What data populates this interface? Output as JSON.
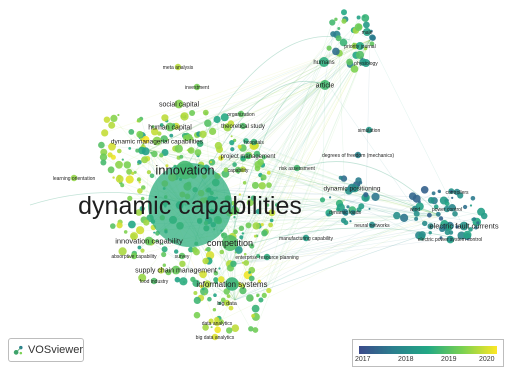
{
  "app": {
    "name": "VOSviewer"
  },
  "legend": {
    "ticks": [
      "2017",
      "2018",
      "2019",
      "2020"
    ],
    "colors": [
      "#3b4a8b",
      "#2b7f8e",
      "#22a884",
      "#7ad151",
      "#fde725"
    ]
  },
  "terms": [
    {
      "key": "dynamic_capabilities",
      "label": "dynamic capabilities",
      "year": 2018.6,
      "weight": 10
    },
    {
      "key": "innovation",
      "label": "innovation",
      "year": 2018.8,
      "weight": 6
    },
    {
      "key": "competition",
      "label": "competition",
      "year": 2018.9,
      "weight": 5
    },
    {
      "key": "information_systems",
      "label": "information systems",
      "year": 2018.7,
      "weight": 4
    },
    {
      "key": "article",
      "label": "article",
      "year": 2018.8,
      "weight": 3
    },
    {
      "key": "humans",
      "label": "humans",
      "year": 2018.6,
      "weight": 2
    },
    {
      "key": "male",
      "label": "male",
      "year": 2018.4,
      "weight": 1
    },
    {
      "key": "priority_journal",
      "label": "priority journal",
      "year": 2018.5,
      "weight": 1
    },
    {
      "key": "physiology",
      "label": "physiology",
      "year": 2018.3,
      "weight": 1
    },
    {
      "key": "meta_analysis",
      "label": "meta analysis",
      "year": 2019.6,
      "weight": 1
    },
    {
      "key": "investment",
      "label": "investment",
      "year": 2019.2,
      "weight": 1
    },
    {
      "key": "social_capital",
      "label": "social capital",
      "year": 2019.3,
      "weight": 2
    },
    {
      "key": "organization",
      "label": "organization",
      "year": 2019.0,
      "weight": 1
    },
    {
      "key": "human_capital",
      "label": "human capital",
      "year": 2019.1,
      "weight": 2
    },
    {
      "key": "theoretical_study",
      "label": "theoretical study",
      "year": 2018.9,
      "weight": 1
    },
    {
      "key": "dynamic_managerial_capabilities",
      "label": "dynamic managerial capabilities",
      "year": 2019.3,
      "weight": 2
    },
    {
      "key": "hospitals",
      "label": "hospitals",
      "year": 2018.7,
      "weight": 1
    },
    {
      "key": "project_management",
      "label": "project management",
      "year": 2018.8,
      "weight": 1
    },
    {
      "key": "simulation",
      "label": "simulation",
      "year": 2018.2,
      "weight": 1
    },
    {
      "key": "degrees_of_freedom",
      "label": "degrees of freedom (mechanics)",
      "year": 2017.8,
      "weight": 1
    },
    {
      "key": "risk_assessment",
      "label": "risk assessment",
      "year": 2018.8,
      "weight": 1
    },
    {
      "key": "capability",
      "label": "capability",
      "year": 2019.0,
      "weight": 1
    },
    {
      "key": "learning_orientation",
      "label": "learning orientation",
      "year": 2019.4,
      "weight": 1
    },
    {
      "key": "dynamic_positioning",
      "label": "dynamic positioning",
      "year": 2017.9,
      "weight": 2
    },
    {
      "key": "controllers",
      "label": "controllers",
      "year": 2017.9,
      "weight": 1
    },
    {
      "key": "wind",
      "label": "wind",
      "year": 2018.0,
      "weight": 1
    },
    {
      "key": "power_control",
      "label": "power control",
      "year": 2018.0,
      "weight": 1
    },
    {
      "key": "dynamic_loads",
      "label": "dynamic loads",
      "year": 2017.8,
      "weight": 1
    },
    {
      "key": "neural_networks",
      "label": "neural networks",
      "year": 2018.0,
      "weight": 1
    },
    {
      "key": "electric_fault_currents",
      "label": "electric fault currents",
      "year": 2018.1,
      "weight": 2
    },
    {
      "key": "electric_power_system_control",
      "label": "electric power system control",
      "year": 2018.0,
      "weight": 1
    },
    {
      "key": "manufacturing_capability",
      "label": "manufacturing capability",
      "year": 2018.3,
      "weight": 1
    },
    {
      "key": "innovation_capability",
      "label": "innovation capability",
      "year": 2019.1,
      "weight": 2
    },
    {
      "key": "enterprise_resource_planning",
      "label": "enterprise resource planning",
      "year": 2018.6,
      "weight": 1
    },
    {
      "key": "absorptive_capability",
      "label": "absorptive capability",
      "year": 2019.2,
      "weight": 1
    },
    {
      "key": "survey",
      "label": "survey",
      "year": 2019.0,
      "weight": 1
    },
    {
      "key": "supply_chain_management",
      "label": "supply chain management",
      "year": 2019.1,
      "weight": 2
    },
    {
      "key": "food_industry",
      "label": "food industry",
      "year": 2018.9,
      "weight": 1
    },
    {
      "key": "big_data",
      "label": "big data",
      "year": 2019.6,
      "weight": 1
    },
    {
      "key": "data_analytics",
      "label": "data analytics",
      "year": 2019.7,
      "weight": 1
    },
    {
      "key": "big_data_analytics",
      "label": "big data analytics",
      "year": 2019.8,
      "weight": 1
    }
  ]
}
